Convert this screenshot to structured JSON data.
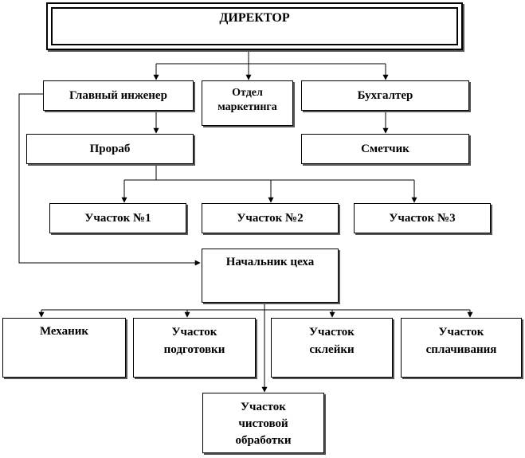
{
  "nodes": {
    "director": "ДИРЕКТОР",
    "chief_engineer": "Главный инженер",
    "marketing": [
      "Отдел",
      "маркетинга"
    ],
    "accountant": "Бухгалтер",
    "foreman": "Прораб",
    "estimator": "Сметчик",
    "section1": "Участок №1",
    "section2": "Участок №2",
    "section3": "Участок №3",
    "shop_head": "Начальник цеха",
    "mechanic": "Механик",
    "prep": [
      "Участок",
      "подготовки"
    ],
    "gluing": [
      "Участок",
      "склейки"
    ],
    "splicing": [
      "Участок",
      "сплачивания"
    ],
    "finishing": [
      "Участок",
      "чистовой",
      "обработки"
    ]
  }
}
